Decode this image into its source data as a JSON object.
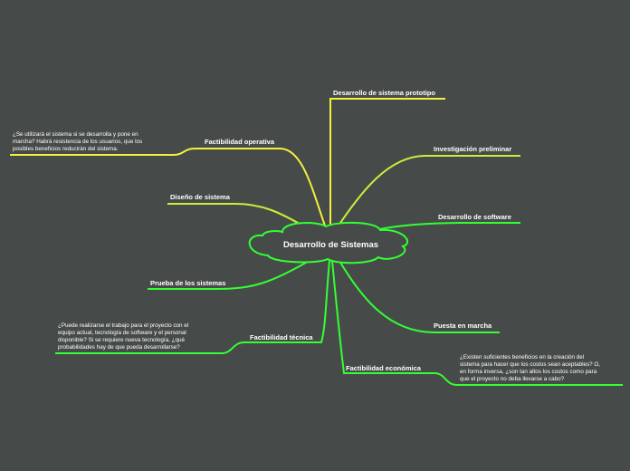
{
  "central": {
    "label": "Desarrollo de Sistemas"
  },
  "branches": [
    {
      "id": "prototipo",
      "label": "Desarrollo de sistema prototipo"
    },
    {
      "id": "operativa",
      "label": "Factibilidad operativa",
      "note": "¿Se utilizará el sistema si se desarrolla y pone en\nmarcha? Habrá resistencia de los usuarios, que los\nposibles beneficios reducirán del sistema."
    },
    {
      "id": "investigacion",
      "label": "Investigación preliminar"
    },
    {
      "id": "diseno",
      "label": "Diseño de sistema"
    },
    {
      "id": "software",
      "label": "Desarrollo de software"
    },
    {
      "id": "prueba",
      "label": "Prueba de los sistemas"
    },
    {
      "id": "tecnica",
      "label": "Factibilidad técnica",
      "note": "¿Puede realizarse el trabajo para el proyecto con el\nequipo actual, tecnología de software y el personal\ndisponible? Si se requiere nueva tecnología, ¿qué\nprobabilidades hay de que pueda desarrollarse?"
    },
    {
      "id": "puesta",
      "label": "Puesta en marcha"
    },
    {
      "id": "economica",
      "label": "Factibilidad económica",
      "note": "¿Existen suficientes beneficios en la creación del\nsistema para hacer que los costos sean aceptables? O,\nen forma inversa, ¿son tan altos los costos como para\nque el proyecto no deba llevarse a cabo?"
    }
  ],
  "colors": {
    "background": "#464b4a",
    "yellow": "#f2f23a",
    "green": "#33ff33",
    "text": "#ffffff"
  }
}
